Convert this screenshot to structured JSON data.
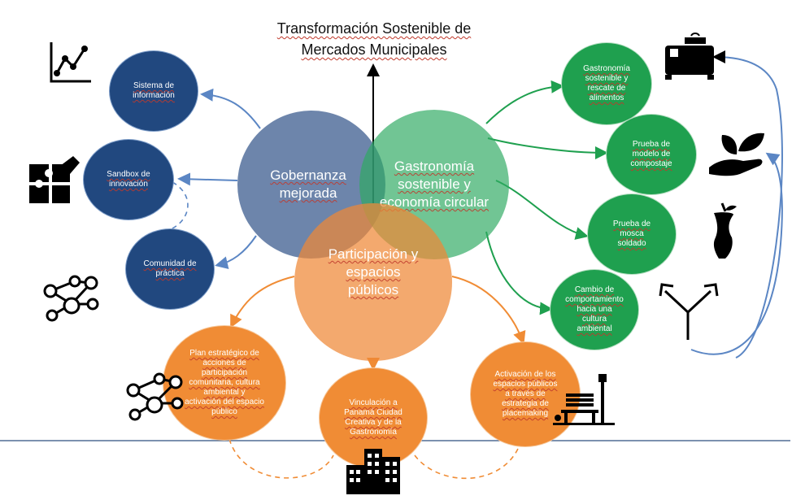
{
  "title": {
    "line1": "Transformación Sostenible de",
    "line2": "Mercados Municipales"
  },
  "core": {
    "gobernanza": "Gobernanza mejorada",
    "gastronomia": "Gastronomía sostenible y economía circular",
    "participacion": "Participación y espacios públicos"
  },
  "governance_items": [
    "Sistema de información",
    "Sandbox de innovación",
    "Comunidad de práctica"
  ],
  "gastronomy_items": [
    "Gastronomía sostenible y rescate de alimentos",
    "Prueba de modelo de compostaje",
    "Prueba de mosca soldado",
    "Cambio de comportamiento hacia una cultura ambiental"
  ],
  "participation_items": [
    "Plan estratégico de acciones de participación comunitaria, cultura ambiental y activación del espacio público",
    "Vinculación a Panamá Ciudad Creativa y de la Gastronomía",
    "Activación de los espacios públicos a través de estrategia de placemaking"
  ],
  "icons": {
    "chart": "line-chart-icon",
    "puzzle": "puzzle-icon",
    "network": "people-network-icon",
    "stall": "food-stall-icon",
    "plant": "plant-in-hand-icon",
    "apple": "apple-core-icon",
    "arrows": "split-arrow-icon",
    "bench": "park-bench-icon",
    "buildings": "city-buildings-icon"
  },
  "colors": {
    "blue": "#21487f",
    "green": "#1fa04f",
    "orange": "#f08c35"
  }
}
